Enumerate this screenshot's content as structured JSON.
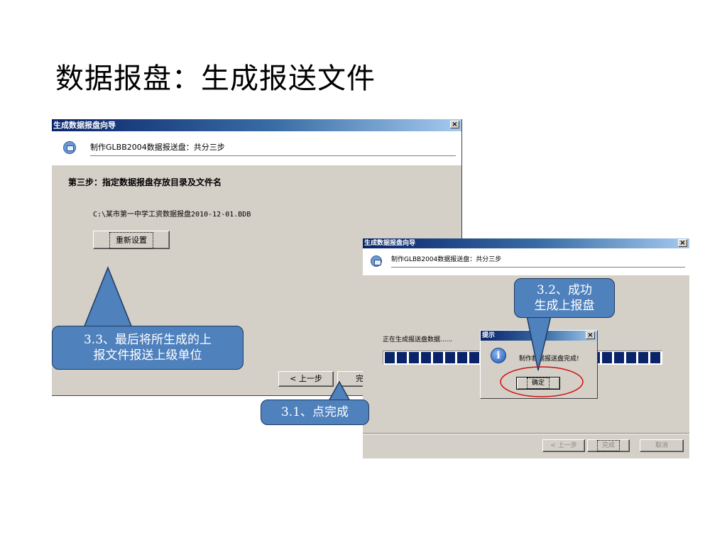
{
  "slide": {
    "title": "数据报盘：生成报送文件"
  },
  "main_dialog": {
    "title": "生成数据报盘向导",
    "close": "×",
    "header_text": "制作GLBB2004数据报送盘：共分三步",
    "step_title": "第三步：指定数据报盘存放目录及文件名",
    "file_path": "C:\\某市第一中学工资数据报盘2010-12-01.BDB",
    "reset_button": "重新设置",
    "prev_button": "< 上一步",
    "finish_button": "完"
  },
  "second_dialog": {
    "title": "生成数据报盘向导",
    "close": "×",
    "header_text": "制作GLBB2004数据报送盘：共分三步",
    "status_text": "正在生成报送盘数据......",
    "progress": 1.0,
    "prev_button": "< 上一步",
    "finish_button": "完成",
    "cancel_button": "取消"
  },
  "prompt_dialog": {
    "title": "提示",
    "close": "×",
    "message": "制作数据报送盘完成!",
    "ok_button": "确定",
    "icon": "info-icon"
  },
  "callouts": {
    "c31": "3.1、点完成",
    "c32_line1": "3.2、成功",
    "c32_line2": "生成上报盘",
    "c33_line1": "3.3、最后将所生成的上",
    "c33_line2": "报文件报送上级单位"
  },
  "colors": {
    "callout_fill": "#4f81bd",
    "titlebar_start": "#0a246a",
    "titlebar_end": "#a6caf0",
    "highlight_ellipse": "#d01010"
  }
}
